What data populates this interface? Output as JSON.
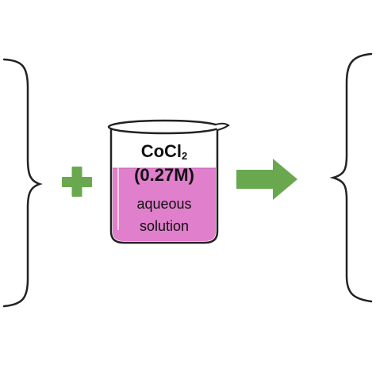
{
  "beaker": {
    "formula_main": "CoCl",
    "formula_subscript": "2",
    "concentration": "(0.27M)",
    "description_line1": "aqueous",
    "description_line2": "solution"
  },
  "colors": {
    "solution": "#e07fcb",
    "plus_sign": "#6aa84f",
    "arrow": "#6aa84f",
    "outline": "#222222"
  },
  "icons": {
    "left_bracket": "left-curly-brace-icon",
    "plus": "plus-icon",
    "beaker": "beaker-icon",
    "arrow": "right-arrow-icon",
    "right_bracket": "right-curly-brace-icon"
  }
}
